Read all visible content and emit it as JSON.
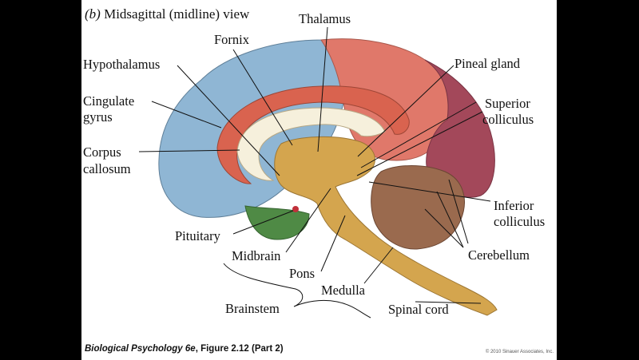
{
  "figure": {
    "panel_letter": "(b)",
    "title": "Midsagittal (midline) view"
  },
  "labels": {
    "thalamus": "Thalamus",
    "fornix": "Fornix",
    "hypothalamus": "Hypothalamus",
    "pineal_gland": "Pineal gland",
    "cingulate_gyrus_1": "Cingulate",
    "cingulate_gyrus_2": "gyrus",
    "superior_colliculus_1": "Superior",
    "superior_colliculus_2": "colliculus",
    "corpus_callosum_1": "Corpus",
    "corpus_callosum_2": "callosum",
    "inferior_colliculus_1": "Inferior",
    "inferior_colliculus_2": "colliculus",
    "pituitary": "Pituitary",
    "cerebellum": "Cerebellum",
    "midbrain": "Midbrain",
    "pons": "Pons",
    "medulla": "Medulla",
    "brainstem": "Brainstem",
    "spinal_cord": "Spinal cord"
  },
  "footer": {
    "book": "Biological Psychology 6e",
    "figure_ref": ", Figure 2.12 (Part 2)",
    "copyright": "© 2010 Sinauer Associates, Inc."
  },
  "colors": {
    "frontal_blue": "#8fb6d4",
    "parietal_red": "#e0786a",
    "occipital_maroon": "#a3485a",
    "cingulate_red": "#d9634f",
    "limbic_green": "#4f8a45",
    "brainstem_tan": "#d4a54e",
    "cerebellum_brown": "#9a6a4e",
    "callosum_cream": "#f6f0dc"
  }
}
